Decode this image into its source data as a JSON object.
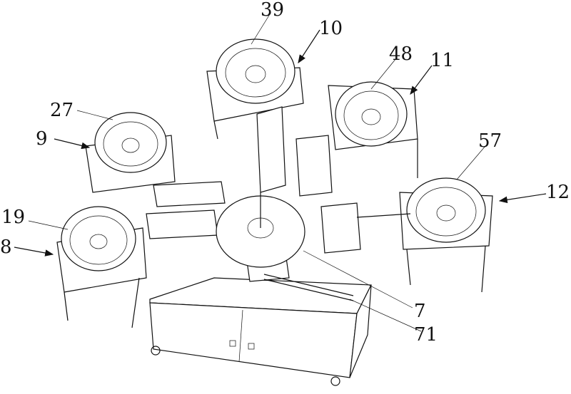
{
  "title": "Patent drawing - automatic assembly machine with vibratory feeder bowls and rotary turntable",
  "labels": {
    "l39": "39",
    "l10": "10",
    "l48": "48",
    "l11": "11",
    "l27": "27",
    "l9": "9",
    "l57": "57",
    "l12": "12",
    "l19": "19",
    "l8": "8",
    "l7": "7",
    "l71": "71"
  }
}
